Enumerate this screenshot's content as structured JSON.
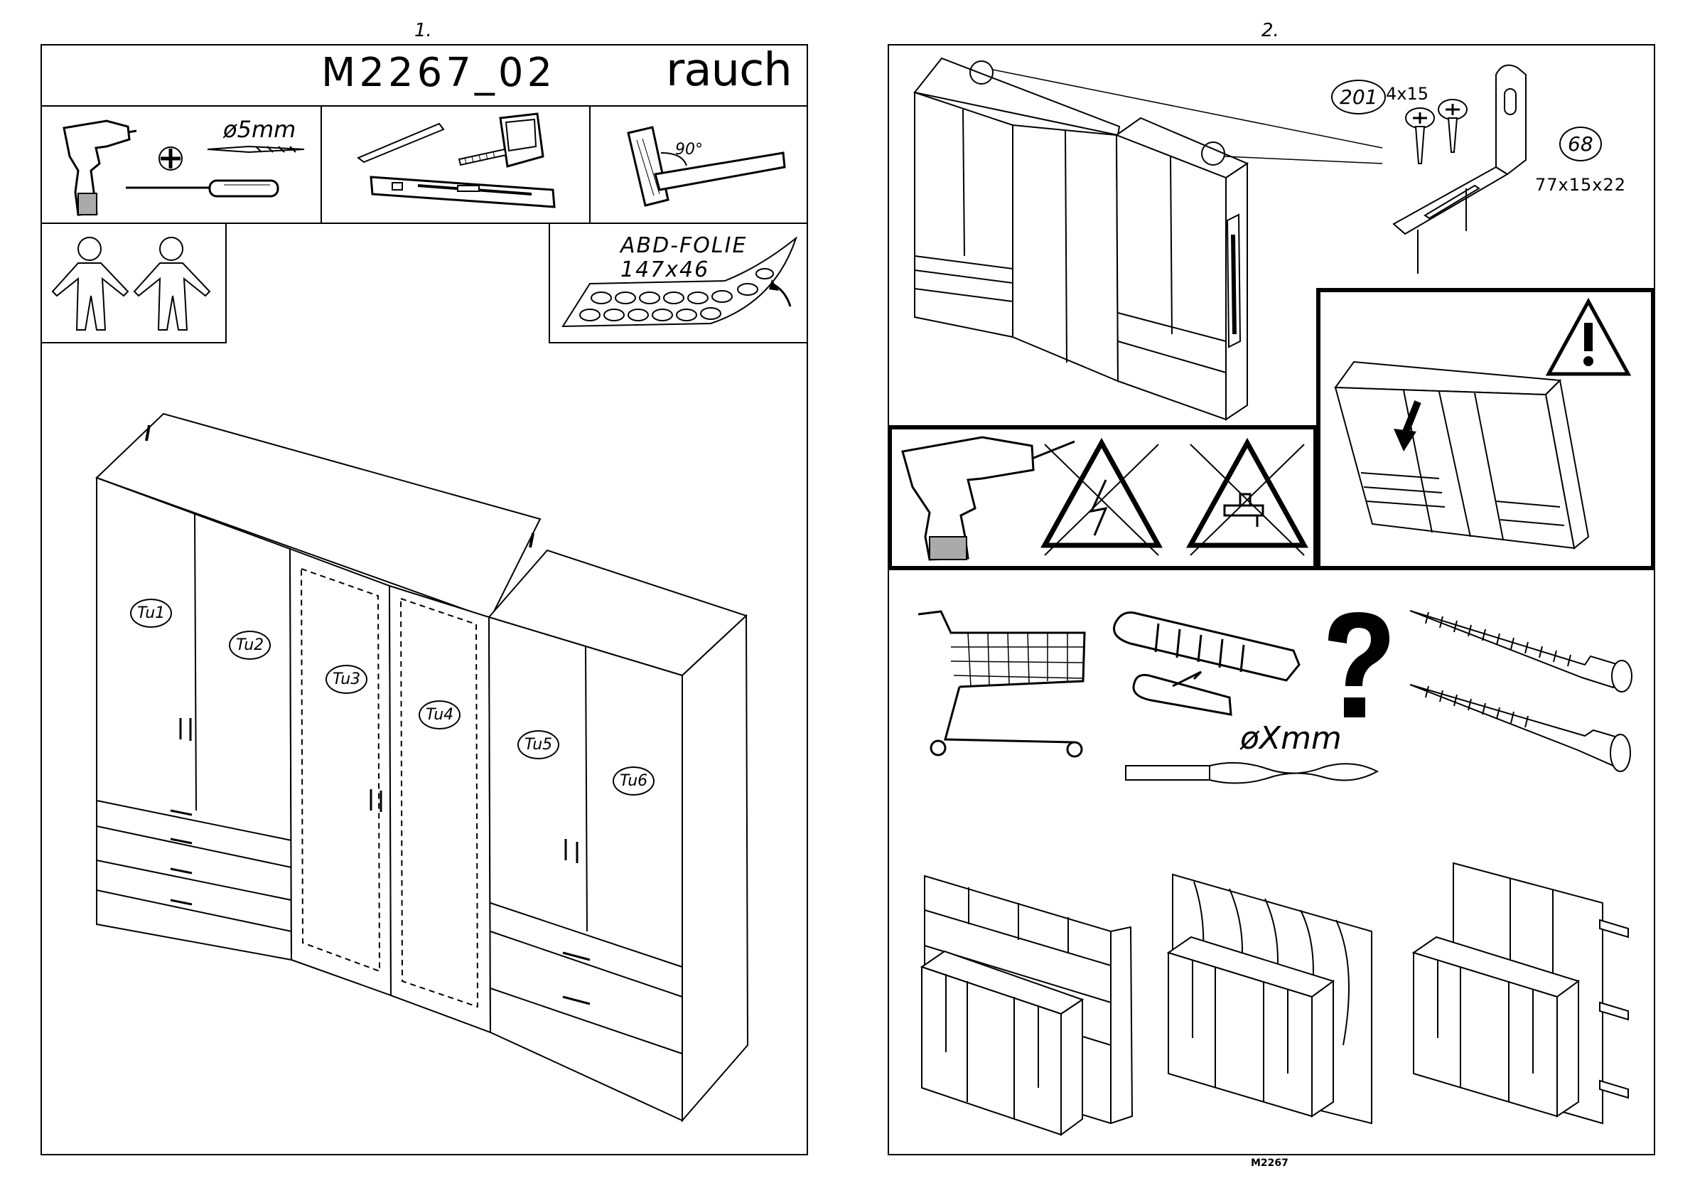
{
  "page1": {
    "page_number": "1.",
    "model_code": "M2267_02",
    "brand": "rauch",
    "drill_size": "ø5mm",
    "angle_label": "90°",
    "foil_label": "ABD-FOLIE",
    "foil_size": "147x46",
    "door_labels": [
      "Tu1",
      "Tu2",
      "Tu3",
      "Tu4",
      "Tu5",
      "Tu6"
    ]
  },
  "page2": {
    "page_number": "2.",
    "part_201_number": "201",
    "part_201_size": "4x15",
    "part_68_number": "68",
    "part_68_size": "77x15x22",
    "dowel_size": "øXmm",
    "footer_code": "M2267"
  },
  "icons": [
    "drill-icon",
    "screwdriver-icon",
    "pencil-icon",
    "tape-measure-icon",
    "spirit-level-icon",
    "try-square-icon",
    "person-icon",
    "foil-icon",
    "warning-icon",
    "electricity-warning-icon",
    "water-pipe-warning-icon",
    "shopping-cart-icon",
    "question-mark-icon",
    "screw-icon",
    "wall-dowel-icon",
    "drill-bit-icon",
    "angle-bracket-icon"
  ]
}
